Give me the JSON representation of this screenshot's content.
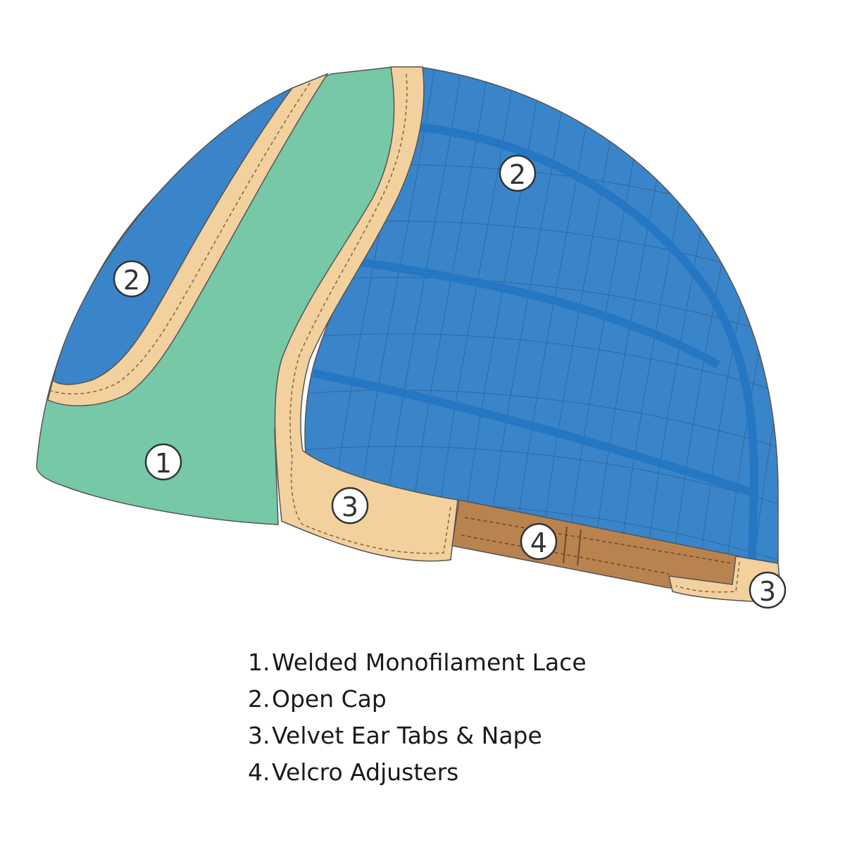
{
  "colors": {
    "lace": "#76c8a6",
    "cap": "#3a85c9",
    "velvet": "#f3d19e",
    "velcro": "#b9834f"
  },
  "badges": {
    "lace": "1",
    "cap_front": "2",
    "cap_back": "2",
    "ear_tab": "3",
    "nape": "3",
    "velcro": "4"
  },
  "legend": [
    {
      "num": "1.",
      "label": "Welded Monofilament Lace"
    },
    {
      "num": "2.",
      "label": "Open Cap"
    },
    {
      "num": "3.",
      "label": "Velvet Ear Tabs & Nape"
    },
    {
      "num": "4.",
      "label": "Velcro Adjusters"
    }
  ]
}
